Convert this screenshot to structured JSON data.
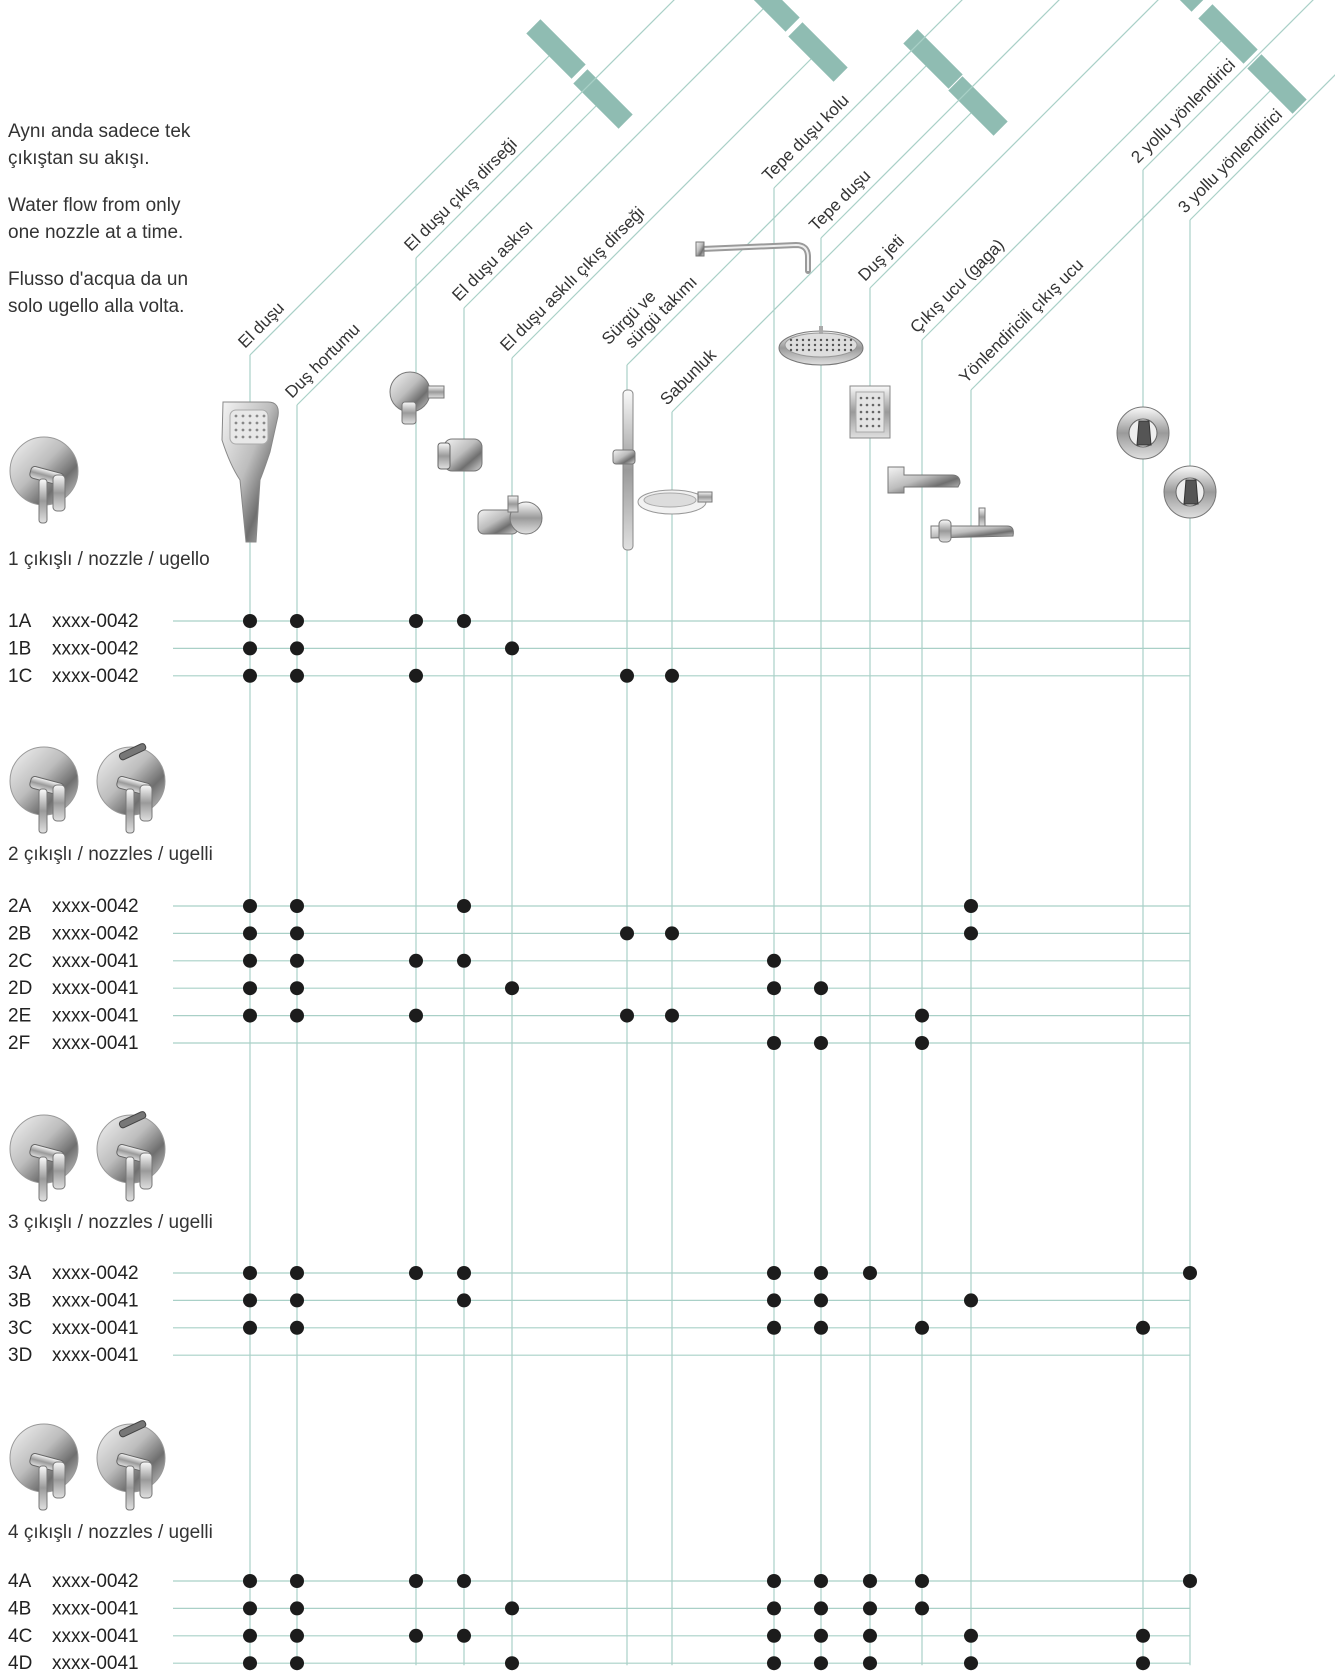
{
  "intro": [
    "Aynı anda sadece tek çıkıştan su akışı.",
    "Water flow from only one nozzle at a time.",
    "Flusso d'acqua da un solo ugello alla volta."
  ],
  "accent_color": "#8fbcb2",
  "line_color": "#a9d0c7",
  "dot_color": "#1c1c1c",
  "components": [
    {
      "id": "c1",
      "label": "El duşu",
      "icon": "hand-shower-icon"
    },
    {
      "id": "c2",
      "label": "Duş hortumu",
      "icon": "shower-hose-icon"
    },
    {
      "id": "c3",
      "label": "El duşu çıkış dirseği",
      "icon": "wall-elbow-icon"
    },
    {
      "id": "c4",
      "label": "El duşu askısı",
      "icon": "shower-holder-icon"
    },
    {
      "id": "c5",
      "label": "El duşu askılı çıkış dirseği",
      "icon": "elbow-holder-icon"
    },
    {
      "id": "c6",
      "label": "Sürgü ve sürgü takımı",
      "icon": "slide-bar-icon"
    },
    {
      "id": "c7",
      "label": "Sabunluk",
      "icon": "soap-dish-icon"
    },
    {
      "id": "c8",
      "label": "Tepe duşu kolu",
      "icon": "shower-arm-icon"
    },
    {
      "id": "c9",
      "label": "Tepe duşu",
      "icon": "rain-shower-head-icon"
    },
    {
      "id": "c10",
      "label": "Duş jeti",
      "icon": "body-jet-icon"
    },
    {
      "id": "c11",
      "label": "Çıkış ucu (gaga)",
      "icon": "spout-icon"
    },
    {
      "id": "c12",
      "label": "Yönlendiricili çıkış ucu",
      "icon": "diverter-spout-icon"
    },
    {
      "id": "c13",
      "label": "2 yollu yönlendirici",
      "icon": "two-way-diverter-icon"
    },
    {
      "id": "c14",
      "label": "3 yollu yönlendirici",
      "icon": "three-way-diverter-icon"
    }
  ],
  "groups": [
    {
      "title": "1 çıkışlı / nozzle / ugello",
      "mixers": [
        "single-lever-mixer-icon"
      ],
      "rows": [
        {
          "code": "1A",
          "sku": "xxxx-0042",
          "dots": [
            "c1",
            "c2",
            "c3",
            "c4"
          ]
        },
        {
          "code": "1B",
          "sku": "xxxx-0042",
          "dots": [
            "c1",
            "c2",
            "c5"
          ]
        },
        {
          "code": "1C",
          "sku": "xxxx-0042",
          "dots": [
            "c1",
            "c2",
            "c3",
            "c6",
            "c7"
          ]
        }
      ]
    },
    {
      "title": "2 çıkışlı / nozzles / ugelli",
      "mixers": [
        "single-lever-mixer-icon",
        "diverter-mixer-icon"
      ],
      "rows": [
        {
          "code": "2A",
          "sku": "xxxx-0042",
          "dots": [
            "c1",
            "c2",
            "c4",
            "c12"
          ]
        },
        {
          "code": "2B",
          "sku": "xxxx-0042",
          "dots": [
            "c1",
            "c2",
            "c6",
            "c7",
            "c12"
          ]
        },
        {
          "code": "2C",
          "sku": "xxxx-0041",
          "dots": [
            "c1",
            "c2",
            "c3",
            "c4",
            "c8"
          ]
        },
        {
          "code": "2D",
          "sku": "xxxx-0041",
          "dots": [
            "c1",
            "c2",
            "c5",
            "c8",
            "c9"
          ]
        },
        {
          "code": "2E",
          "sku": "xxxx-0041",
          "dots": [
            "c1",
            "c2",
            "c3",
            "c6",
            "c7",
            "c11"
          ]
        },
        {
          "code": "2F",
          "sku": "xxxx-0041",
          "dots": [
            "c8",
            "c9",
            "c11"
          ]
        }
      ]
    },
    {
      "title": "3 çıkışlı / nozzles / ugelli",
      "mixers": [
        "single-lever-mixer-icon",
        "diverter-mixer-icon"
      ],
      "rows": [
        {
          "code": "3A",
          "sku": "xxxx-0042",
          "dots": [
            "c1",
            "c2",
            "c3",
            "c4",
            "c8",
            "c9",
            "c10",
            "c14"
          ]
        },
        {
          "code": "3B",
          "sku": "xxxx-0041",
          "dots": [
            "c1",
            "c2",
            "c4",
            "c8",
            "c9",
            "c12"
          ]
        },
        {
          "code": "3C",
          "sku": "xxxx-0041",
          "dots": [
            "c1",
            "c2",
            "c8",
            "c9",
            "c11",
            "c13"
          ]
        },
        {
          "code": "3D",
          "sku": "xxxx-0041",
          "dots": []
        }
      ]
    },
    {
      "title": "4 çıkışlı / nozzles / ugelli",
      "mixers": [
        "single-lever-mixer-icon",
        "diverter-mixer-icon"
      ],
      "rows": [
        {
          "code": "4A",
          "sku": "xxxx-0042",
          "dots": [
            "c1",
            "c2",
            "c3",
            "c4",
            "c8",
            "c9",
            "c10",
            "c11",
            "c14"
          ]
        },
        {
          "code": "4B",
          "sku": "xxxx-0041",
          "dots": [
            "c1",
            "c2",
            "c5",
            "c8",
            "c9",
            "c10",
            "c11"
          ]
        },
        {
          "code": "4C",
          "sku": "xxxx-0041",
          "dots": [
            "c1",
            "c2",
            "c3",
            "c4",
            "c8",
            "c9",
            "c10",
            "c12",
            "c13"
          ]
        },
        {
          "code": "4D",
          "sku": "xxxx-0041",
          "dots": [
            "c1",
            "c2",
            "c5",
            "c8",
            "c9",
            "c10",
            "c12",
            "c13"
          ]
        }
      ]
    }
  ]
}
